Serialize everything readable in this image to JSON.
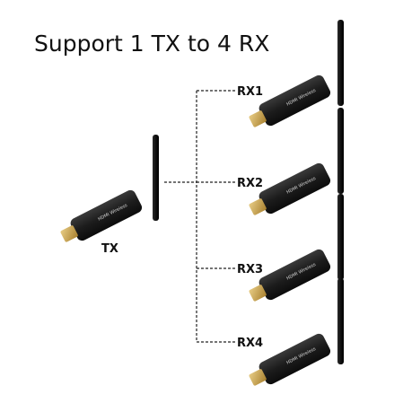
{
  "title": "Support 1 TX to 4 RX",
  "transmitter": {
    "label": "TX"
  },
  "receivers": [
    {
      "label": "RX1"
    },
    {
      "label": "RX2"
    },
    {
      "label": "RX3"
    },
    {
      "label": "RX4"
    }
  ],
  "device_branding": "HDMI Wireless",
  "colors": {
    "device_body": "#1c1c1c",
    "connector": "#c9a24a",
    "line": "#222222",
    "text": "#111111"
  }
}
